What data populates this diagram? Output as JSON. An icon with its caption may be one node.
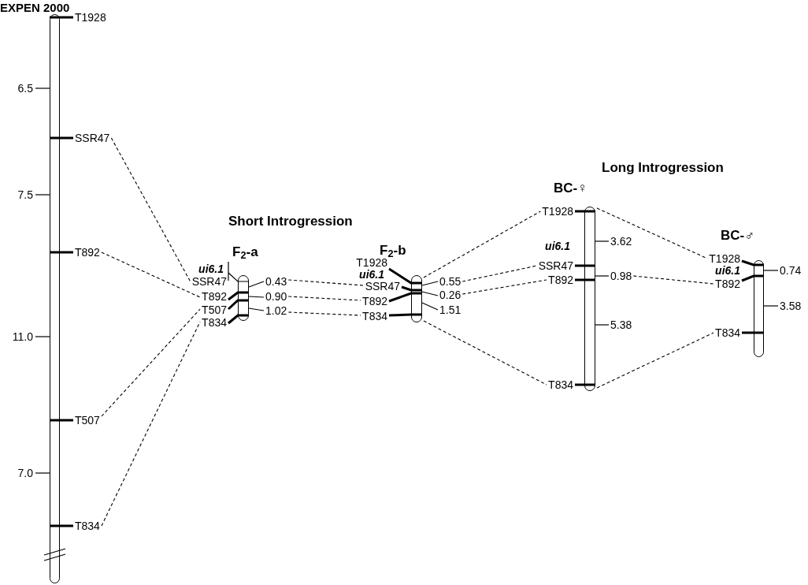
{
  "diagram": {
    "nodes": [
      {
        "text": [
          "EXPEN 2000"
        ]
      },
      {
        "text": [
          "T1928"
        ]
      },
      {
        "text": [
          "SSR47"
        ]
      },
      {
        "text": [
          "T892"
        ]
      },
      {
        "text": [
          "T507"
        ]
      },
      {
        "text": [
          "T834"
        ]
      },
      {
        "text": [
          "F$_{2}$-a"
        ]
      },
      {
        "text": [
          "ui6.1"
        ]
      },
      {
        "text": [
          "SSR47"
        ]
      },
      {
        "text": [
          "T892"
        ]
      },
      {
        "text": [
          "T507"
        ]
      },
      {
        "text": [
          "T834"
        ]
      },
      {
        "text": [
          "0.43"
        ]
      },
      {
        "text": [
          "0.90"
        ]
      },
      {
        "text": [
          "1.02"
        ]
      },
      {
        "text": [
          "F$_{2}$-b"
        ]
      },
      {
        "text": [
          "T1928"
        ]
      },
      {
        "text": [
          "ui6.1"
        ]
      },
      {
        "text": [
          "SSR47"
        ]
      },
      {
        "text": [
          "T892"
        ]
      },
      {
        "text": [
          "T834"
        ]
      },
      {
        "text": [
          "0.55"
        ]
      },
      {
        "text": [
          "0.26"
        ]
      },
      {
        "text": [
          "1.51"
        ]
      },
      {
        "text": [
          "BC-♀"
        ]
      },
      {
        "text": [
          "T1928"
        ]
      },
      {
        "text": [
          "ui6.1"
        ]
      },
      {
        "text": [
          "SSR47"
        ]
      },
      {
        "text": [
          "T892"
        ]
      },
      {
        "text": [
          "T834"
        ]
      },
      {
        "text": [
          "3.62"
        ]
      },
      {
        "text": [
          "0.98"
        ]
      },
      {
        "text": [
          "5.38"
        ]
      },
      {
        "text": [
          "BC-♂"
        ]
      },
      {
        "text": [
          "T1928"
        ]
      },
      {
        "text": [
          "ui6.1"
        ]
      },
      {
        "text": [
          "T892"
        ]
      },
      {
        "text": [
          "T834"
        ]
      },
      {
        "text": [
          "0.74"
        ]
      },
      {
        "text": [
          "3.58"
        ]
      }
    ],
    "edges": [
      {
        "from": 2,
        "to": 8,
        "arrow": "none",
        "style": "dashed"
      },
      {
        "from": 3,
        "to": 9,
        "arrow": "none",
        "style": "dashed"
      },
      {
        "from": 4,
        "to": 10,
        "arrow": "none",
        "style": "dashed"
      },
      {
        "from": 5,
        "to": 11,
        "arrow": "none",
        "style": "dashed"
      },
      {
        "from": 12,
        "to": 18,
        "arrow": "none",
        "style": "dashed"
      },
      {
        "from": 13,
        "to": 19,
        "arrow": "none",
        "style": "dashed"
      },
      {
        "from": 14,
        "to": 20,
        "arrow": "none",
        "style": "dashed"
      },
      {
        "from": 15,
        "to": 25,
        "arrow": "none",
        "style": "dashed"
      },
      {
        "from": 21,
        "to": 27,
        "arrow": "none",
        "style": "dashed"
      },
      {
        "from": 22,
        "to": 28,
        "arrow": "none",
        "style": "dashed"
      },
      {
        "from": 15,
        "to": 29,
        "arrow": "none",
        "style": "dashed"
      },
      {
        "from": 24,
        "to": 34,
        "arrow": "none",
        "style": "dashed"
      },
      {
        "from": 31,
        "to": 36,
        "arrow": "none",
        "style": "dashed"
      },
      {
        "from": 24,
        "to": 37,
        "arrow": "none",
        "style": "dashed"
      },
      {
        "from": 1,
        "to": 0,
        "arrow": "none",
        "style": "thick"
      },
      {
        "from": 2,
        "to": 0,
        "arrow": "none",
        "style": "thick"
      },
      {
        "from": 3,
        "to": 0,
        "arrow": "none",
        "style": "thick"
      },
      {
        "from": 4,
        "to": 0,
        "arrow": "none",
        "style": "thick"
      },
      {
        "from": 5,
        "to": 0,
        "arrow": "none",
        "style": "thick"
      },
      {
        "from": 7,
        "to": 6,
        "arrow": "none"
      },
      {
        "from": 9,
        "to": 6,
        "arrow": "none",
        "style": "thick"
      },
      {
        "from": 10,
        "to": 6,
        "arrow": "none",
        "style": "thick"
      },
      {
        "from": 11,
        "to": 6,
        "arrow": "none",
        "style": "thick"
      },
      {
        "from": 16,
        "to": 15,
        "arrow": "none",
        "style": "thick"
      },
      {
        "from": 18,
        "to": 15,
        "arrow": "none",
        "style": "thick"
      },
      {
        "from": 19,
        "to": 15,
        "arrow": "none",
        "style": "thick"
      },
      {
        "from": 20,
        "to": 15,
        "arrow": "none",
        "style": "thick"
      },
      {
        "from": 25,
        "to": 24,
        "arrow": "none",
        "style": "thick"
      },
      {
        "from": 27,
        "to": 24,
        "arrow": "none",
        "style": "thick"
      },
      {
        "from": 28,
        "to": 24,
        "arrow": "none",
        "style": "thick"
      },
      {
        "from": 29,
        "to": 24,
        "arrow": "none",
        "style": "thick"
      },
      {
        "from": 34,
        "to": 33,
        "arrow": "none",
        "style": "thick"
      },
      {
        "from": 36,
        "to": 33,
        "arrow": "none",
        "style": "thick"
      },
      {
        "from": 37,
        "to": 33,
        "arrow": "none",
        "style": "thick"
      },
      {
        "from": 6,
        "to": 12,
        "arrow": "none"
      },
      {
        "from": 6,
        "to": 13,
        "arrow": "none"
      },
      {
        "from": 6,
        "to": 14,
        "arrow": "none"
      },
      {
        "from": 15,
        "to": 21,
        "arrow": "none"
      },
      {
        "from": 15,
        "to": 22,
        "arrow": "none"
      },
      {
        "from": 15,
        "to": 23,
        "arrow": "none"
      },
      {
        "from": 24,
        "to": 30,
        "arrow": "none"
      },
      {
        "from": 24,
        "to": 31,
        "arrow": "none"
      },
      {
        "from": 24,
        "to": 32,
        "arrow": "none"
      },
      {
        "from": 33,
        "to": 38,
        "arrow": "none"
      },
      {
        "from": 33,
        "to": 39,
        "arrow": "none"
      }
    ],
    "labels": [
      "Short Introgression",
      "Long Introgression",
      "6.5",
      "7.5",
      "11.0",
      "7.0"
    ]
  }
}
